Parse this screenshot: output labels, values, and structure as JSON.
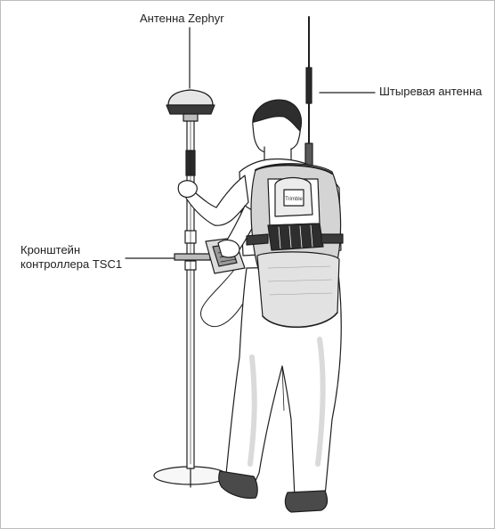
{
  "labels": {
    "zephyr_antenna": "Антенна Zephyr",
    "whip_antenna": "Штыревая антенна",
    "controller_bracket_line1": "Кронштейн",
    "controller_bracket_line2": "контроллера TSC1"
  },
  "device_markings": {
    "receiver_brand": "Trimble"
  },
  "colors": {
    "ink": "#1e1e1e",
    "shade": "#bcbcbc",
    "light_shade": "#e2e2e2",
    "dark": "#2a2a2a"
  }
}
